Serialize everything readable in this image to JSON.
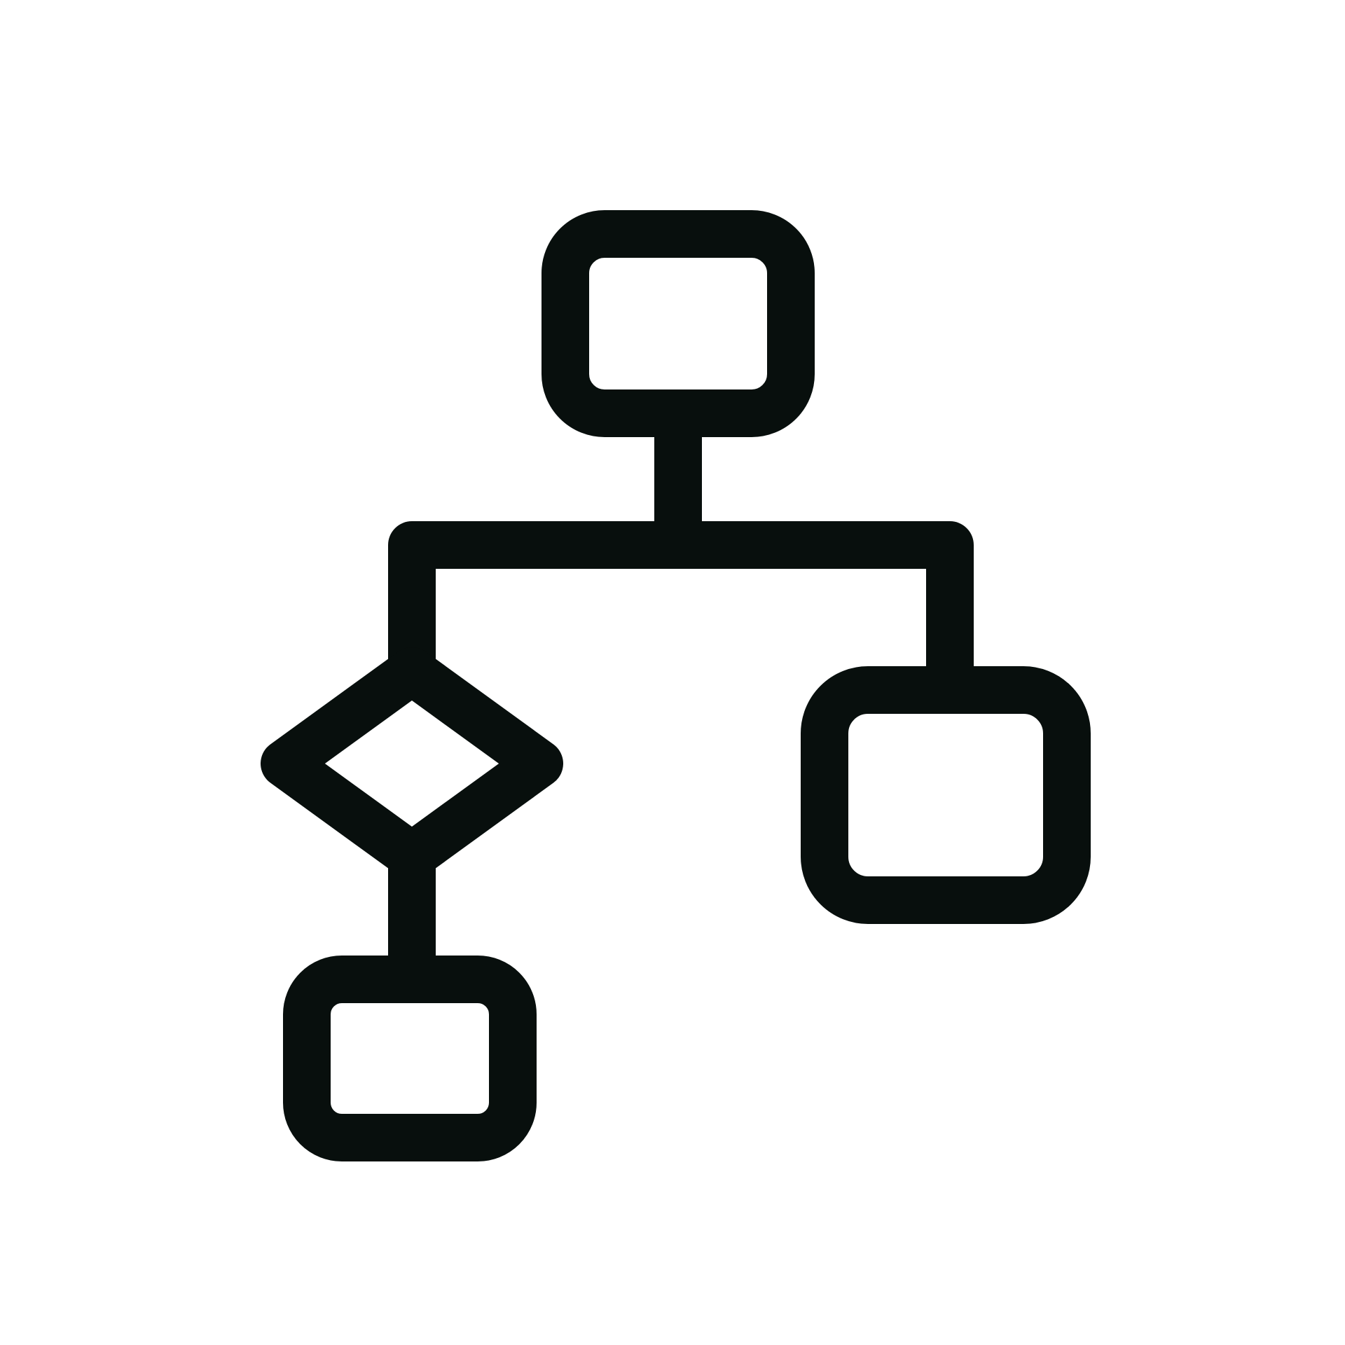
{
  "icon": {
    "name": "flowchart-icon",
    "stroke_color": "#080f0d",
    "background_color": "#ffffff",
    "nodes": [
      {
        "id": "top-process",
        "shape": "rounded-rectangle"
      },
      {
        "id": "decision",
        "shape": "diamond"
      },
      {
        "id": "right-process",
        "shape": "rounded-rectangle"
      },
      {
        "id": "bottom-process",
        "shape": "rounded-rectangle"
      }
    ],
    "edges": [
      {
        "from": "top-process",
        "to": "decision"
      },
      {
        "from": "top-process",
        "to": "right-process"
      },
      {
        "from": "decision",
        "to": "bottom-process"
      }
    ]
  }
}
